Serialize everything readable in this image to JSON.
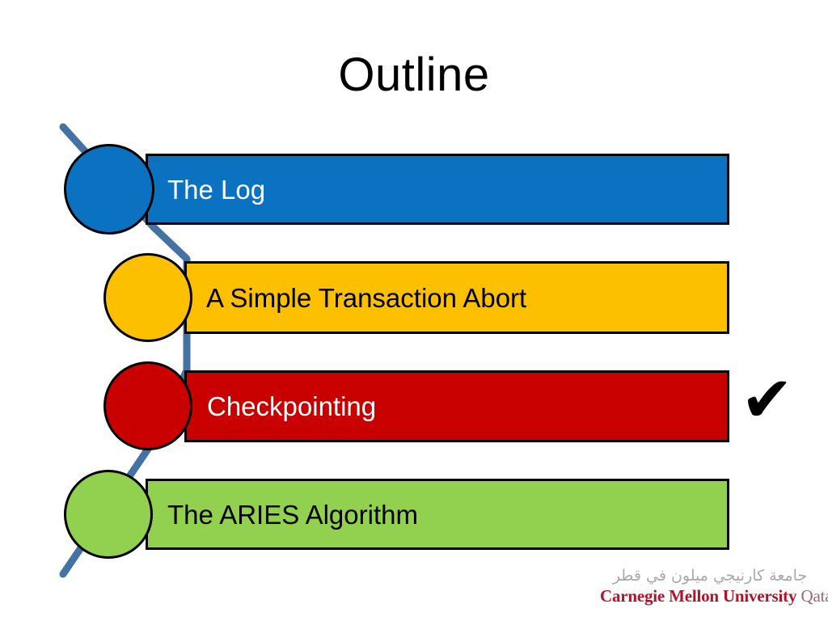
{
  "slide": {
    "title": "Outline",
    "background_color": "#FFFFFF"
  },
  "diagram": {
    "type": "agenda-list",
    "connector_color": "#4472A4",
    "outline_color": "#000000",
    "items": [
      {
        "label": "The Log",
        "bar_color": "#0A72C0",
        "circle_color": "#0A72C0",
        "text_color": "#FFFFFF",
        "checked": false
      },
      {
        "label": "A Simple Transaction Abort",
        "bar_color": "#FCC000",
        "circle_color": "#FCC000",
        "text_color": "#000000",
        "checked": false
      },
      {
        "label": "Checkpointing",
        "bar_color": "#C80000",
        "circle_color": "#C80000",
        "text_color": "#FFFFFF",
        "checked": true
      },
      {
        "label": "The ARIES Algorithm",
        "bar_color": "#92D050",
        "circle_color": "#92D050",
        "text_color": "#000000",
        "checked": false
      }
    ]
  },
  "checkmark": {
    "glyph": "✔",
    "color": "#000000"
  },
  "logo": {
    "arabic": "جامعة كارنيجي ميلون في قطر",
    "name": "Carnegie Mellon University",
    "campus": "Qatar",
    "name_color": "#B3122B",
    "campus_color": "#9B6A72",
    "arabic_color": "#A9A9A9"
  }
}
